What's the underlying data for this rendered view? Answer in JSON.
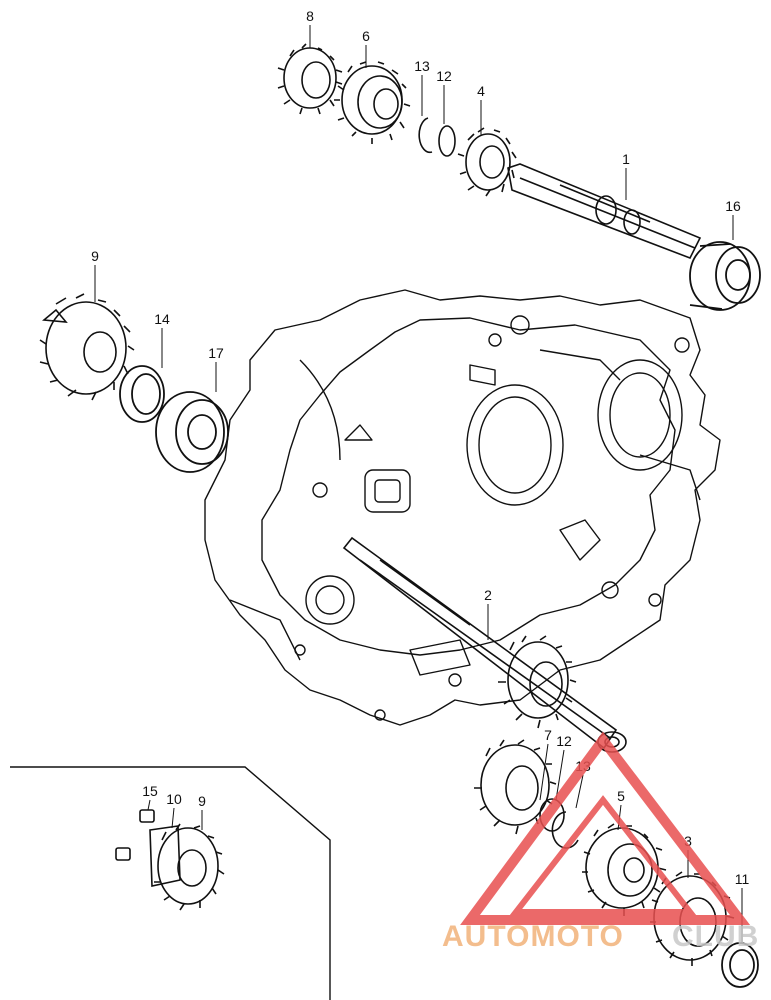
{
  "diagram": {
    "callouts": [
      {
        "id": "c1",
        "text": "1"
      },
      {
        "id": "c2",
        "text": "2"
      },
      {
        "id": "c3",
        "text": "3"
      },
      {
        "id": "c4",
        "text": "4"
      },
      {
        "id": "c5",
        "text": "5"
      },
      {
        "id": "c6",
        "text": "6"
      },
      {
        "id": "c7",
        "text": "7"
      },
      {
        "id": "c8",
        "text": "8"
      },
      {
        "id": "c9a",
        "text": "9"
      },
      {
        "id": "c9b",
        "text": "9"
      },
      {
        "id": "c10",
        "text": "10"
      },
      {
        "id": "c11",
        "text": "11"
      },
      {
        "id": "c12a",
        "text": "12"
      },
      {
        "id": "c12b",
        "text": "12"
      },
      {
        "id": "c13a",
        "text": "13"
      },
      {
        "id": "c13b",
        "text": "13"
      },
      {
        "id": "c14",
        "text": "14"
      },
      {
        "id": "c15",
        "text": "15"
      },
      {
        "id": "c16",
        "text": "16"
      },
      {
        "id": "c17",
        "text": "17"
      }
    ]
  },
  "watermark": {
    "left": "AUTOMOTO",
    "right": "CLUB",
    "color_orange": "#f2b27a",
    "color_red": "#e85050",
    "color_gray": "#c8c8c8"
  },
  "colors": {
    "line": "#111111",
    "background": "#ffffff"
  }
}
